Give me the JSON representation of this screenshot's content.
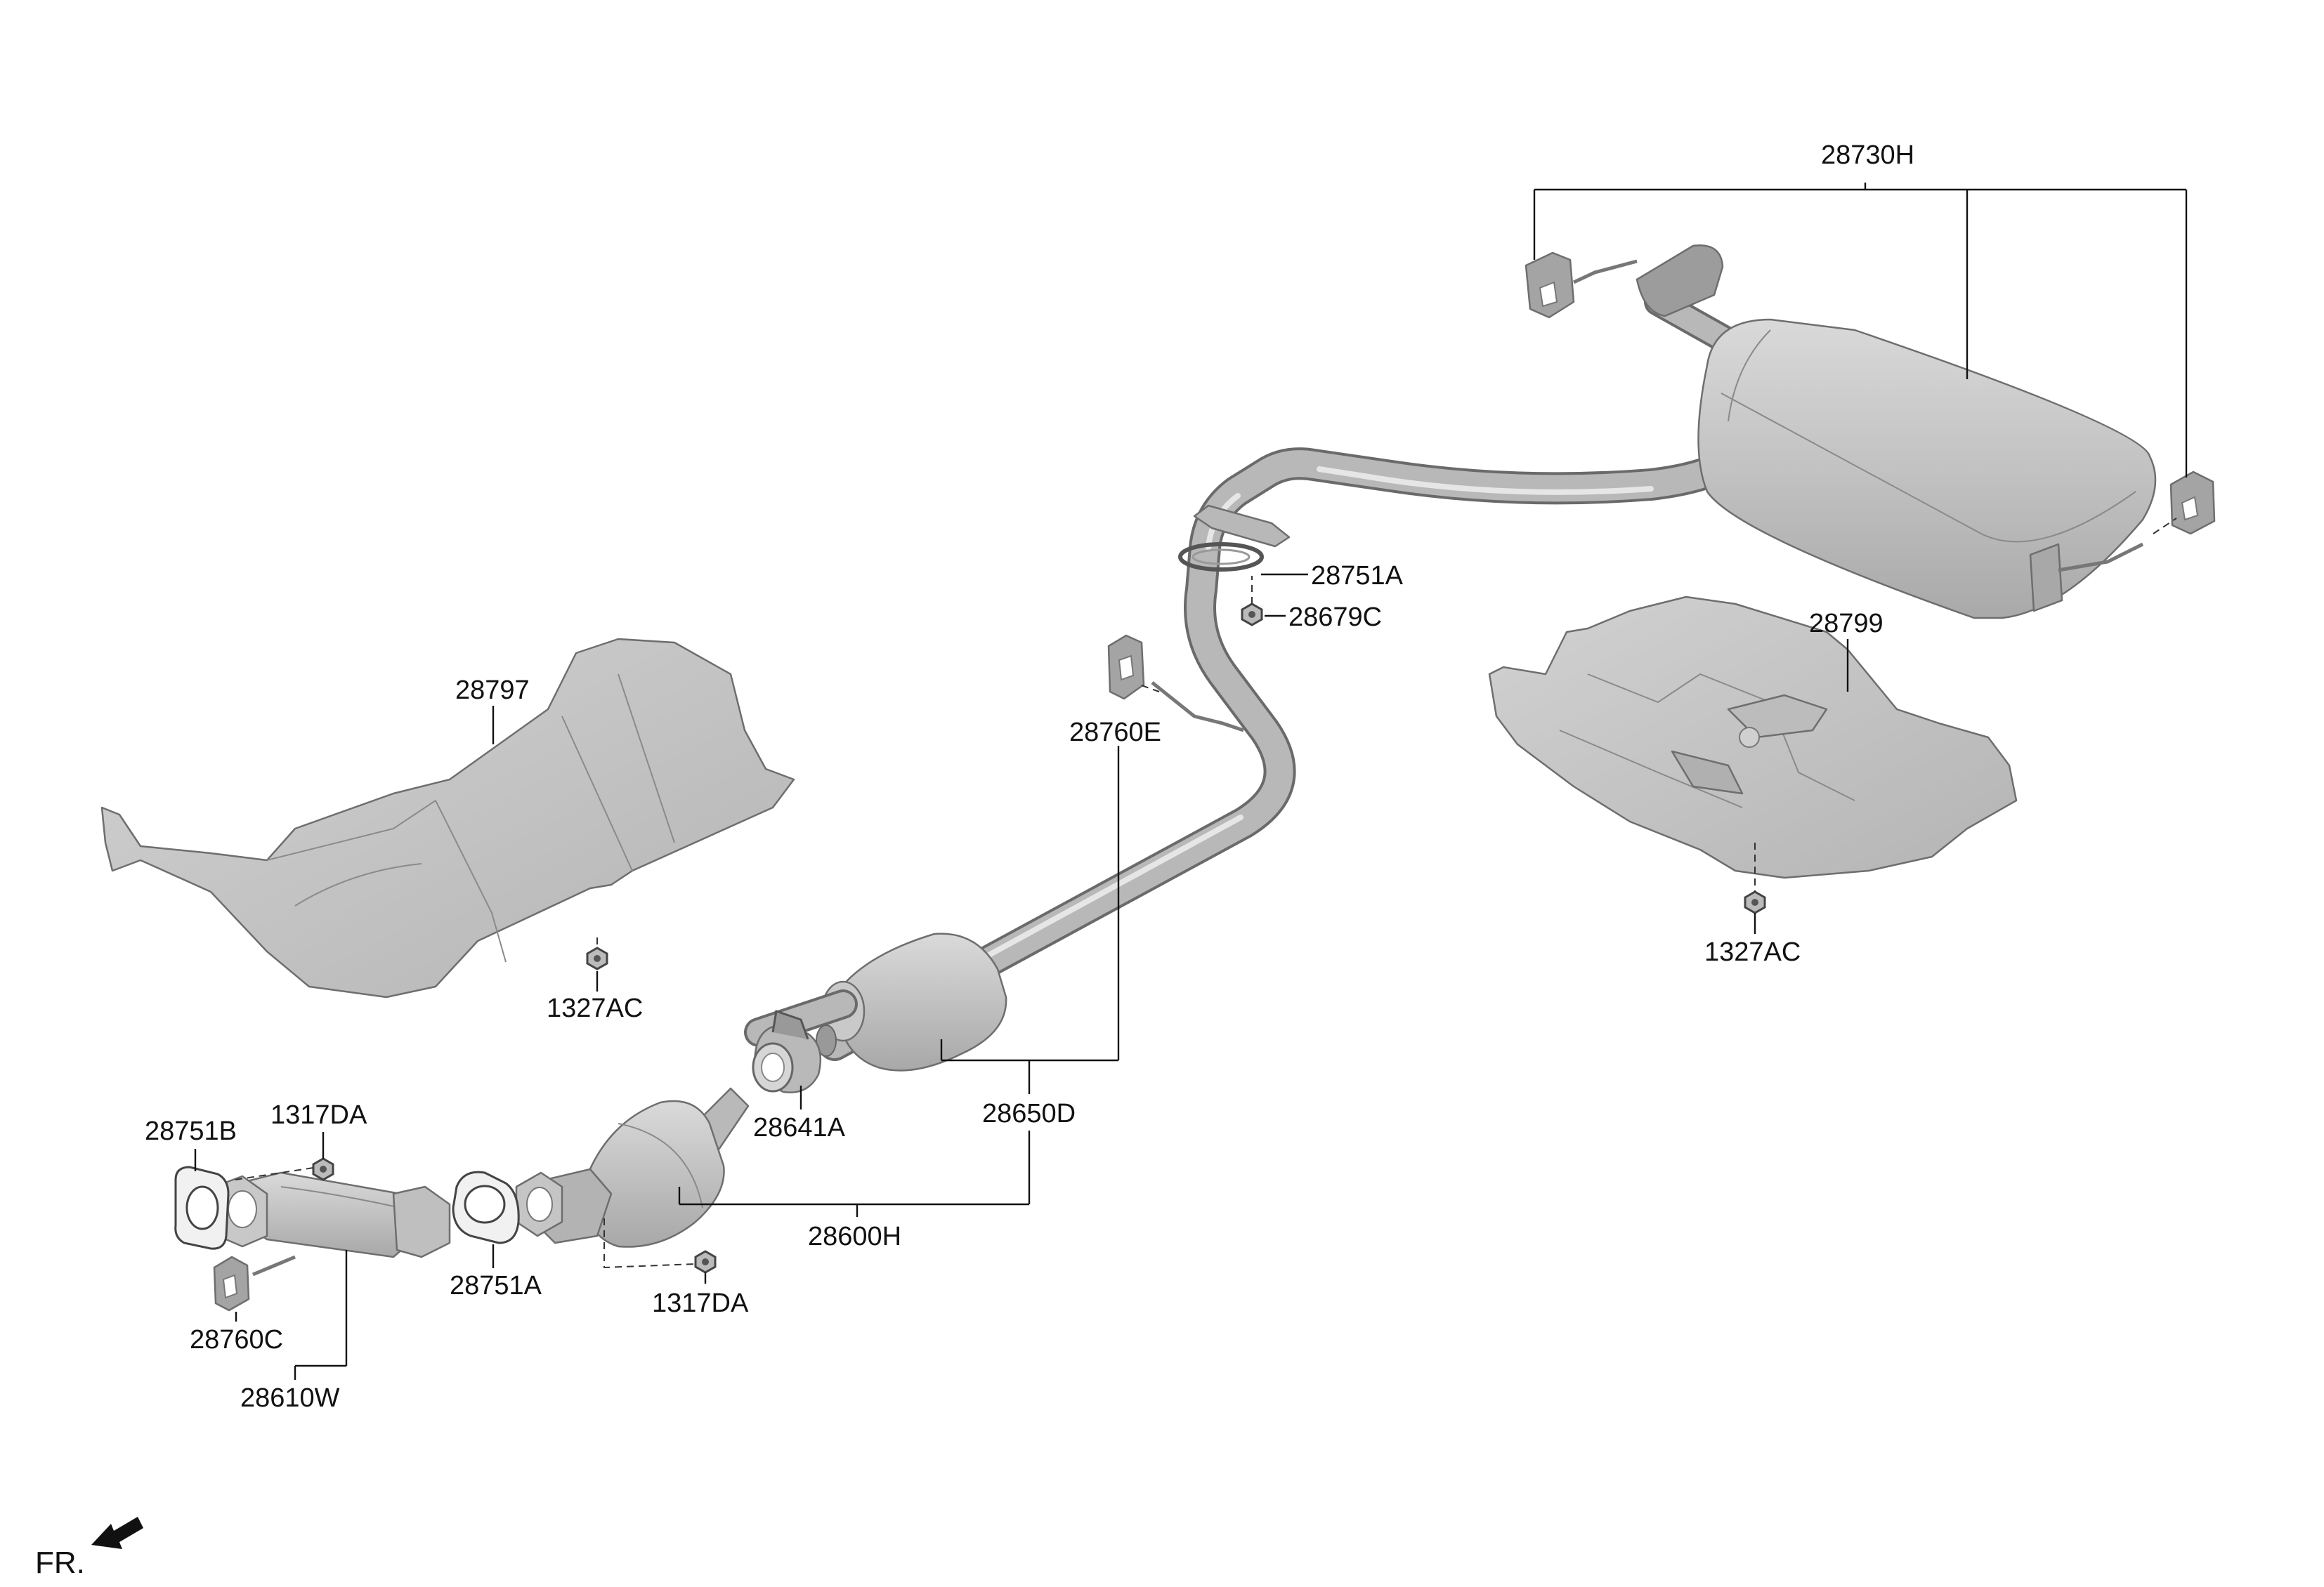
{
  "diagram": {
    "part_labels": {
      "p28730H": "28730H",
      "p28751A_top": "28751A",
      "p28679C": "28679C",
      "p28760E": "28760E",
      "p28799": "28799",
      "p28797": "28797",
      "p1327AC_left": "1327AC",
      "p1327AC_right": "1327AC",
      "p28641A": "28641A",
      "p28650D": "28650D",
      "p28751B": "28751B",
      "p1317DA_top": "1317DA",
      "p28751A_bottom": "28751A",
      "p28600H": "28600H",
      "p1317DA_bottom": "1317DA",
      "p28760C": "28760C",
      "p28610W": "28610W"
    },
    "direction_label": "FR.",
    "colors": {
      "part_fill": "#c4c4c4",
      "part_dark": "#9a9a9a",
      "line": "#111111"
    }
  }
}
